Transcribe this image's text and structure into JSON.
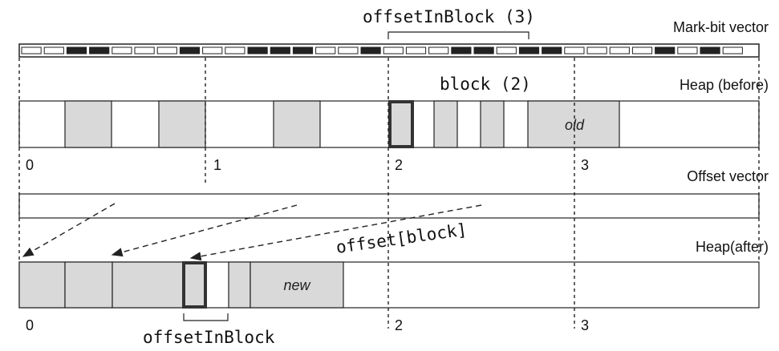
{
  "labels": {
    "mark_bit_vector": "Mark-bit vector",
    "heap_before": "Heap (before)",
    "offset_vector": "Offset vector",
    "heap_after": "Heap(after)",
    "offset_in_block_top": "offsetInBlock (3)",
    "block": "block (2)",
    "offset_block": "offset[block]",
    "offset_in_block_bottom": "offsetInBlock",
    "old": "old",
    "new": "new"
  },
  "block_numbers_before": [
    "0",
    "1",
    "2",
    "3"
  ],
  "block_numbers_after": [
    "0",
    "2",
    "3"
  ],
  "colors": {
    "fill": "#d9d9d9",
    "stroke": "#222222",
    "highlight_stroke": "#333333"
  }
}
